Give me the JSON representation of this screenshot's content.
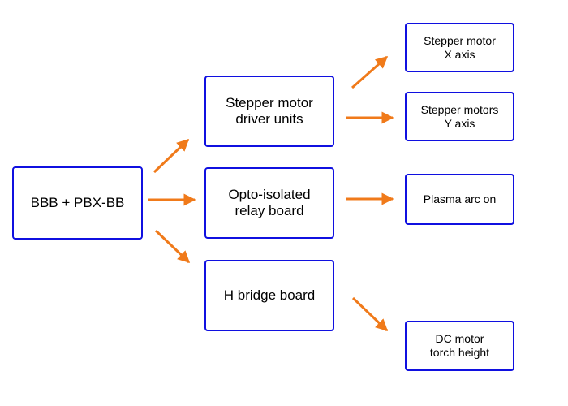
{
  "colors": {
    "box_border": "#1010e0",
    "arrow": "#f07a1a",
    "text": "#000000"
  },
  "nodes": {
    "bbb": "BBB + PBX-BB",
    "driver": "Stepper motor\ndriver units",
    "opto": "Opto-isolated\nrelay board",
    "hbridge": "H bridge board",
    "stepper_x": "Stepper motor\nX axis",
    "stepper_y": "Stepper motors\nY axis",
    "plasma": "Plasma arc on",
    "dc_motor": "DC motor\ntorch height"
  },
  "edges": [
    {
      "from": "bbb",
      "to": "driver"
    },
    {
      "from": "bbb",
      "to": "opto"
    },
    {
      "from": "bbb",
      "to": "hbridge"
    },
    {
      "from": "driver",
      "to": "stepper_x"
    },
    {
      "from": "driver",
      "to": "stepper_y"
    },
    {
      "from": "opto",
      "to": "plasma"
    },
    {
      "from": "hbridge",
      "to": "dc_motor"
    }
  ]
}
